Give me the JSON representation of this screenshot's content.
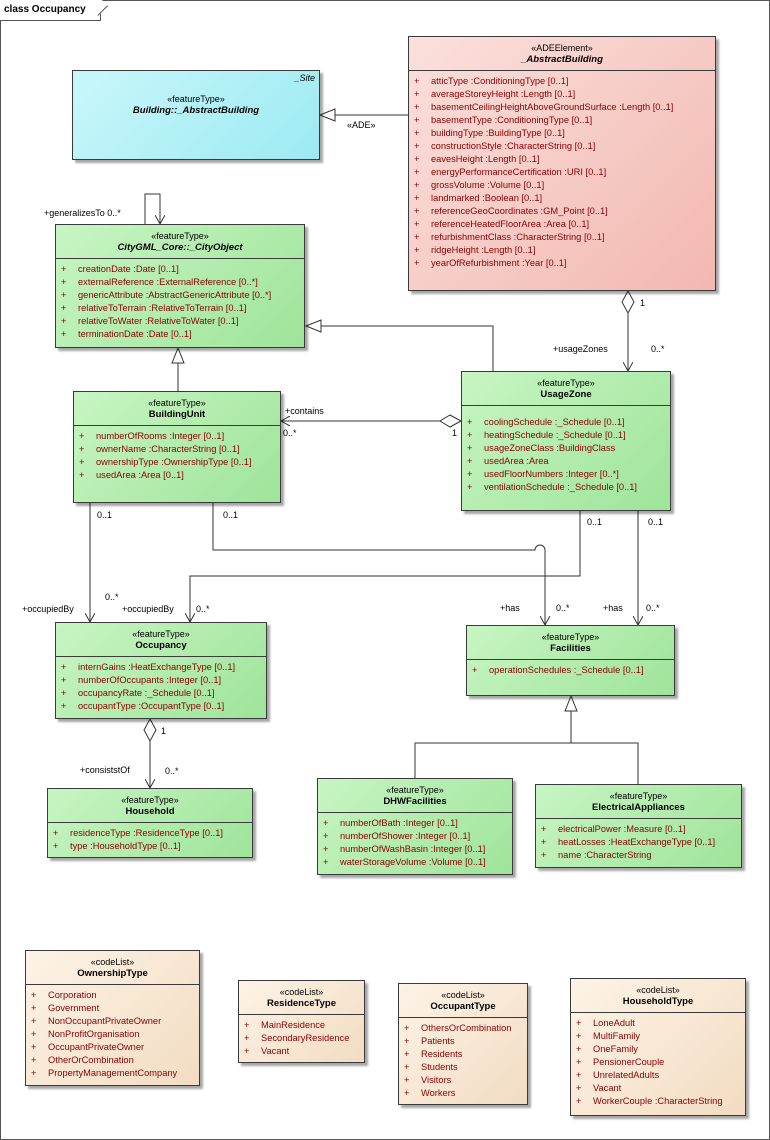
{
  "frame_title": "class Occupancy",
  "classes": {
    "site": {
      "corner": "_Site",
      "stereotype": "«featureType»",
      "name": "Building::_AbstractBuilding"
    },
    "abstract_building": {
      "stereotype": "«ADEElement»",
      "name": "_AbstractBuilding",
      "attributes": [
        [
          "+",
          "atticType  :ConditioningType [0..1]"
        ],
        [
          "+",
          "averageStoreyHeight  :Length [0..1]"
        ],
        [
          "+",
          "basementCeilingHeightAboveGroundSurface  :Length [0..1]"
        ],
        [
          "+",
          "basementType  :ConditioningType [0..1]"
        ],
        [
          "+",
          "buildingType  :BuildingType [0..1]"
        ],
        [
          "+",
          "constructionStyle  :CharacterString [0..1]"
        ],
        [
          "+",
          "eavesHeight  :Length [0..1]"
        ],
        [
          "+",
          "energyPerformanceCertification  :URI [0..1]"
        ],
        [
          "+",
          "grossVolume  :Volume [0..1]"
        ],
        [
          "+",
          "landmarked  :Boolean [0..1]"
        ],
        [
          "+",
          "referenceGeoCoordinates  :GM_Point [0..1]"
        ],
        [
          "+",
          "referenceHeatedFloorArea  :Area [0..1]"
        ],
        [
          "+",
          "refurbishmentClass  :CharacterString [0..1]"
        ],
        [
          "+",
          "ridgeHeight  :Length [0..1]"
        ],
        [
          "+",
          "yearOfRefurbishment  :Year [0..1]"
        ]
      ]
    },
    "city_object": {
      "stereotype": "«featureType»",
      "name": "CityGML_Core::_CityObject",
      "attributes": [
        [
          "+",
          "creationDate  :Date [0..1]"
        ],
        [
          "+",
          "externalReference  :ExternalReference [0..*]"
        ],
        [
          "+",
          "genericAttribute  :AbstractGenericAttribute [0..*]"
        ],
        [
          "+",
          "relativeToTerrain  :RelativeToTerrain [0..1]"
        ],
        [
          "+",
          "relativeToWater  :RelativeToWater [0..1]"
        ],
        [
          "+",
          "terminationDate  :Date [0..1]"
        ]
      ]
    },
    "building_unit": {
      "stereotype": "«featureType»",
      "name": "BuildingUnit",
      "attributes": [
        [
          "+",
          "numberOfRooms  :Integer [0..1]"
        ],
        [
          "+",
          "ownerName  :CharacterString [0..1]"
        ],
        [
          "+",
          "ownershipType  :OwnershipType [0..1]"
        ],
        [
          "+",
          "usedArea  :Area [0..1]"
        ]
      ]
    },
    "usage_zone": {
      "stereotype": "«featureType»",
      "name": "UsageZone",
      "attributes": [
        [
          "+",
          "coolingSchedule  :_Schedule [0..1]"
        ],
        [
          "+",
          "heatingSchedule  :_Schedule [0..1]"
        ],
        [
          "+",
          "usageZoneClass  :BuildingClass"
        ],
        [
          "+",
          "usedArea  :Area"
        ],
        [
          "+",
          "usedFloorNumbers  :Integer [0..*]"
        ],
        [
          "+",
          "ventilationSchedule  :_Schedule [0..1]"
        ]
      ]
    },
    "occupancy": {
      "stereotype": "«featureType»",
      "name": "Occupancy",
      "attributes": [
        [
          "+",
          "internGains  :HeatExchangeType [0..1]"
        ],
        [
          "+",
          "numberOfOccupants  :Integer [0..1]"
        ],
        [
          "+",
          "occupancyRate  :_Schedule [0..1]"
        ],
        [
          "+",
          "occupantType  :OccupantType [0..1]"
        ]
      ]
    },
    "facilities": {
      "stereotype": "«featureType»",
      "name": "Facilities",
      "attributes": [
        [
          "+",
          "operationSchedules  :_Schedule [0..1]"
        ]
      ]
    },
    "household": {
      "stereotype": "«featureType»",
      "name": "Household",
      "attributes": [
        [
          "+",
          "residenceType  :ResidenceType [0..1]"
        ],
        [
          "+",
          "type  :HouseholdType [0..1]"
        ]
      ]
    },
    "dhw_facilities": {
      "stereotype": "«featureType»",
      "name": "DHWFacilities",
      "attributes": [
        [
          "+",
          "numberOfBath  :Integer [0..1]"
        ],
        [
          "+",
          "numberOfShower  :Integer [0..1]"
        ],
        [
          "+",
          "numberOfWashBasin  :Integer [0..1]"
        ],
        [
          "+",
          "waterStorageVolume  :Volume [0..1]"
        ]
      ]
    },
    "electrical_appliances": {
      "stereotype": "«featureType»",
      "name": "ElectricalAppliances",
      "attributes": [
        [
          "+",
          "electricalPower  :Measure [0..1]"
        ],
        [
          "+",
          "heatLosses  :HeatExchangeType [0..1]"
        ],
        [
          "+",
          "name  :CharacterString"
        ]
      ]
    },
    "ownership_type": {
      "stereotype": "«codeList»",
      "name": "OwnershipType",
      "attributes": [
        [
          "+",
          "Corporation"
        ],
        [
          "+",
          "Government"
        ],
        [
          "+",
          "NonOccupantPrivateOwner"
        ],
        [
          "+",
          "NonProfitOrganisation"
        ],
        [
          "+",
          "OccupantPrivateOwner"
        ],
        [
          "+",
          "OtherOrCombination"
        ],
        [
          "+",
          "PropertyManagementCompany"
        ]
      ]
    },
    "residence_type": {
      "stereotype": "«codeList»",
      "name": "ResidenceType",
      "attributes": [
        [
          "+",
          "MainResidence"
        ],
        [
          "+",
          "SecondaryResidence"
        ],
        [
          "+",
          "Vacant"
        ]
      ]
    },
    "occupant_type": {
      "stereotype": "«codeList»",
      "name": "OccupantType",
      "attributes": [
        [
          "+",
          "OthersOrCombination"
        ],
        [
          "+",
          "Patients"
        ],
        [
          "+",
          "Residents"
        ],
        [
          "+",
          "Students"
        ],
        [
          "+",
          "Visitors"
        ],
        [
          "+",
          "Workers"
        ]
      ]
    },
    "household_type": {
      "stereotype": "«codeList»",
      "name": "HouseholdType",
      "attributes": [
        [
          "+",
          "LoneAdult"
        ],
        [
          "+",
          "MultiFamily"
        ],
        [
          "+",
          "OneFamily"
        ],
        [
          "+",
          "PensionerCouple"
        ],
        [
          "+",
          "UnrelatedAdults"
        ],
        [
          "+",
          "Vacant"
        ],
        [
          "+",
          "WorkerCouple  :CharacterString"
        ]
      ]
    }
  },
  "labels": {
    "ade": "«ADE»",
    "generalizes_to": "+generalizesTo 0..*",
    "one_a": "1",
    "usage_zones": "+usageZones",
    "many_a": "0..*",
    "contains": "+contains",
    "many_b": "0..*",
    "one_b": "1",
    "bu_left_mult": "0..1",
    "bu_right_mult": "0..1",
    "uz_left_mult": "0..1",
    "uz_right_mult": "0..1",
    "occupied_by_1": "+occupiedBy",
    "occupied_by_1_mult": "0..*",
    "occupied_by_2": "+occupiedBy",
    "occupied_by_2_mult": "0..*",
    "has_1": "+has",
    "has_1_mult": "0..*",
    "has_2": "+has",
    "has_2_mult": "0..*",
    "one_c": "1",
    "consists_of": "+consiststOf",
    "many_c": "0..*"
  }
}
